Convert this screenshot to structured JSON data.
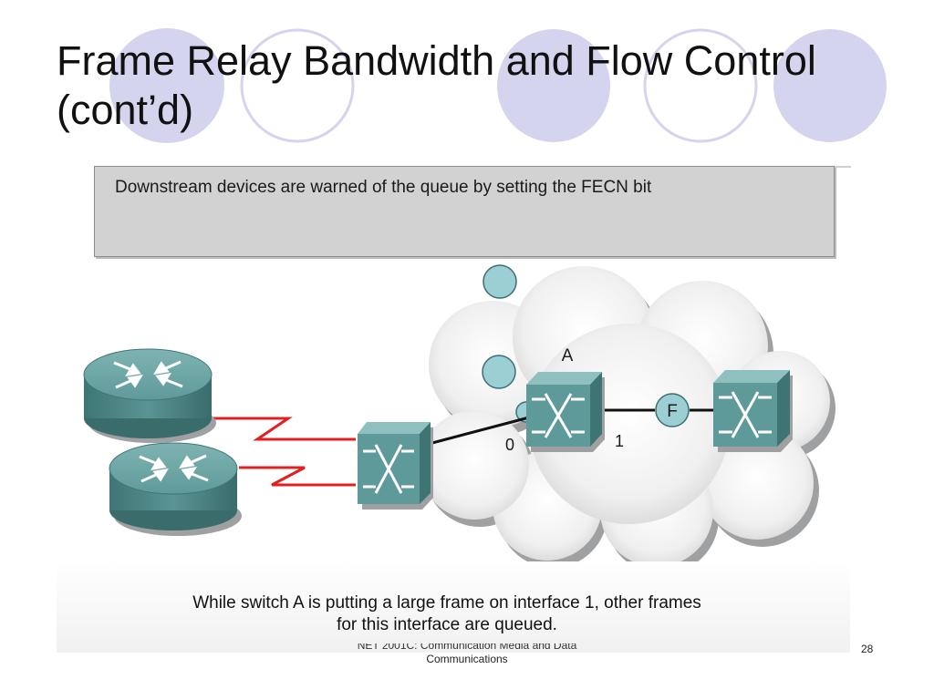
{
  "slide": {
    "title_line1": "Frame Relay Bandwidth and Flow Control",
    "title_line2": "(cont’d)",
    "callout": "Downstream devices are warned of the queue by setting the FECN bit",
    "caption_line1": "While switch A is putting a large frame on interface 1, other frames",
    "caption_line2": "for this interface are queued.",
    "footer_line1": "NET 2001C: Communication Media and Data",
    "footer_line2": "Communications",
    "page_number": "28"
  },
  "diagram": {
    "switch_label": "A",
    "interface_0": "0",
    "interface_1": "1",
    "frame_label": "F"
  },
  "colors": {
    "accent_circle": "#d2d2ee",
    "device_teal": "#5f9c9c",
    "queue_bubble": "#9cccd0",
    "serial_link": "#e02020"
  }
}
